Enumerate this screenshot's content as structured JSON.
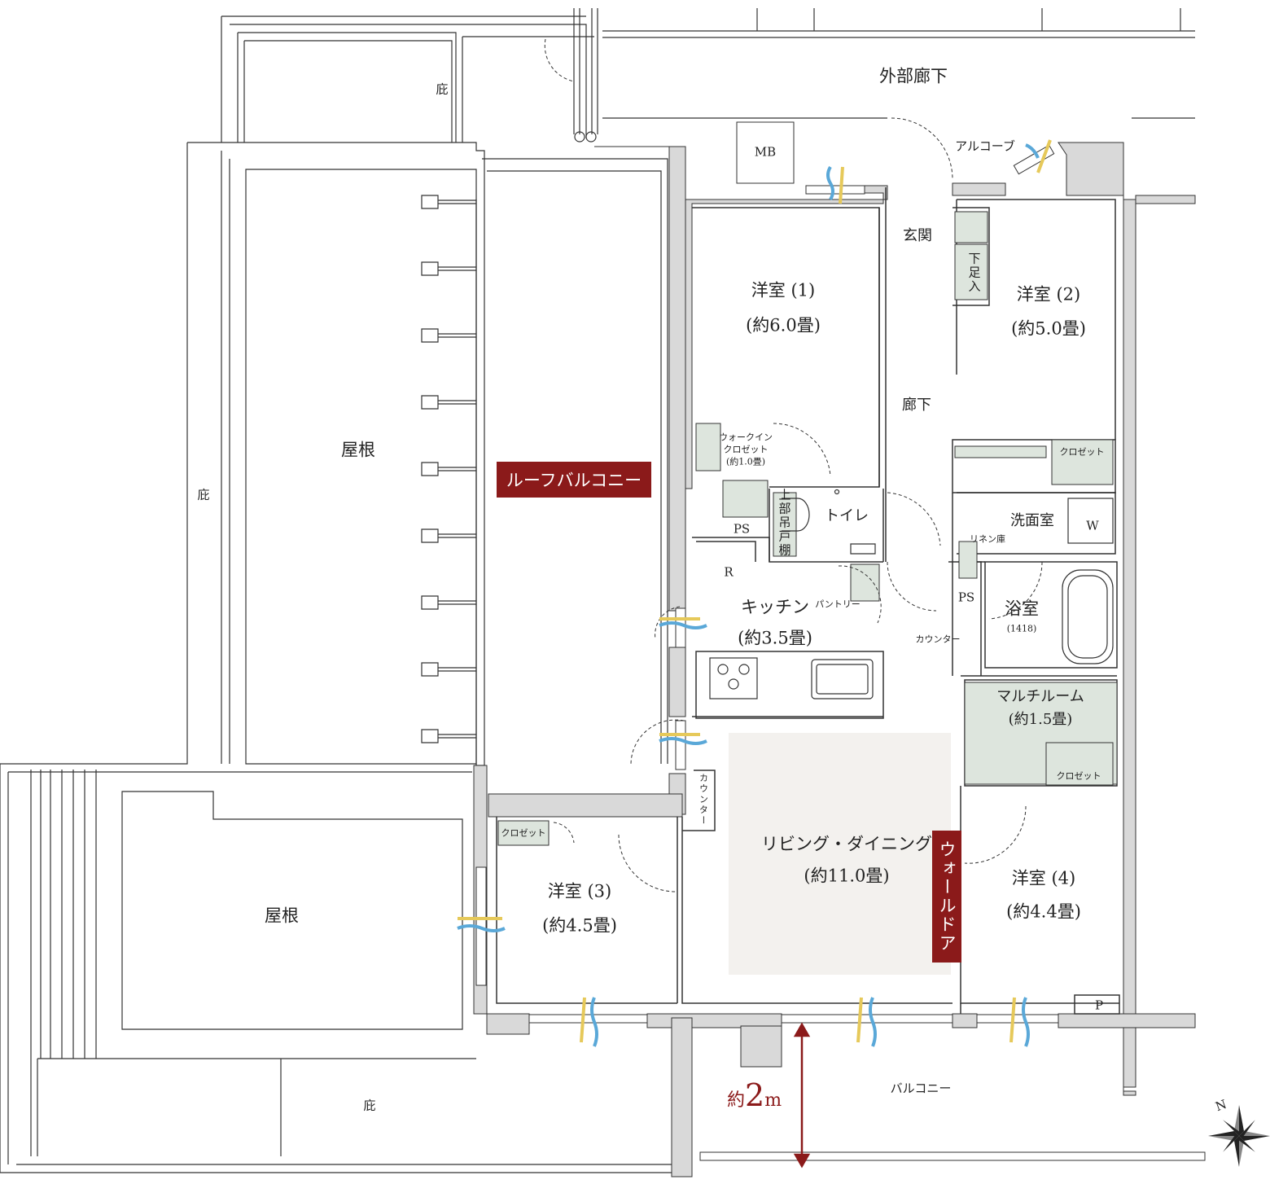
{
  "labels": {
    "hisashi_top": "庇",
    "gaibu_roka": "外部廊下",
    "mb": "MB",
    "alcove": "アルコーブ",
    "genkan": "玄関",
    "getabako": "下足入",
    "yane_left": "屋根",
    "hisashi_left": "庇",
    "roof_balcony": "ルーフバルコニー",
    "room1_name": "洋室 (1)",
    "room1_size": "(約6.0畳)",
    "room2_name": "洋室 (2)",
    "room2_size": "(約5.0畳)",
    "corridor": "廊下",
    "wic_line1": "ウォークイン",
    "wic_line2": "クロゼット",
    "wic_size": "(約1.0畳)",
    "closet": "クロゼット",
    "toilet": "トイレ",
    "upper_cabinet": "上部吊戸棚",
    "ps": "PS",
    "washroom": "洗面室",
    "w": "W",
    "linen": "リネン庫",
    "r": "R",
    "pantry": "パントリー",
    "kitchen_name": "キッチン",
    "kitchen_size": "(約3.5畳)",
    "bath_name": "浴室",
    "bath_size": "(1418)",
    "counter": "カウンター",
    "multi_name": "マルチルーム",
    "multi_size": "(約1.5畳)",
    "living_name": "リビング・ダイニング",
    "living_size": "(約11.0畳)",
    "wall_door": "ウォールドア",
    "room3_name": "洋室 (3)",
    "room3_size": "(約4.5畳)",
    "room4_name": "洋室 (4)",
    "room4_size": "(約4.4畳)",
    "yane_bottom": "屋根",
    "hisashi_bottom": "庇",
    "balcony": "バルコニー",
    "depth_prefix": "約",
    "depth_value": "2",
    "depth_unit": "m",
    "p": "P",
    "north": "N"
  },
  "colors": {
    "wall": "#d9d9d9",
    "storage": "#dde5dd",
    "living_floor": "#f3f1ee",
    "accent": "#8b1a1a",
    "wind_blue": "#5aa8d8",
    "light_yellow": "#e6c95a"
  }
}
